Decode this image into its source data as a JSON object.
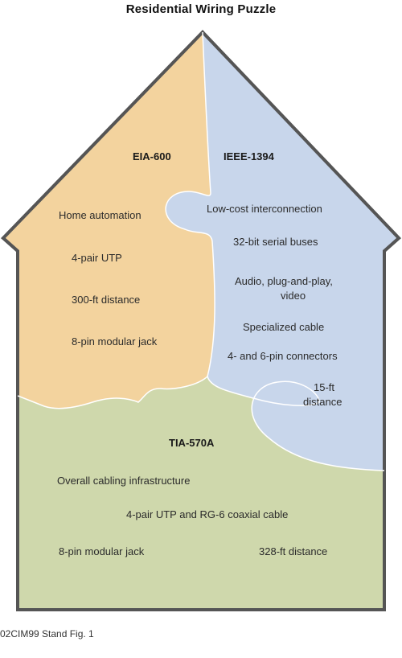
{
  "title": "Residential Wiring Puzzle",
  "colors": {
    "eia": "#F3D39E",
    "ieee": "#C8D6EB",
    "tia": "#CFD8AC",
    "outline": "#555555"
  },
  "pieces": {
    "eia600": {
      "name": "EIA-600",
      "items": [
        "Home automation",
        "4-pair UTP",
        "300-ft distance",
        "8-pin modular jack"
      ]
    },
    "ieee1394": {
      "name": "IEEE-1394",
      "items": [
        "Low-cost interconnection",
        "32-bit serial buses",
        "Audio, plug-and-play,",
        "video",
        "Specialized cable",
        "4- and 6-pin connectors",
        "15-ft",
        "distance"
      ]
    },
    "tia570a": {
      "name": "TIA-570A",
      "items": [
        "Overall cabling infrastructure",
        "4-pair UTP and RG-6 coaxial cable",
        "8-pin modular jack",
        "328-ft distance"
      ]
    }
  },
  "caption": "02CIM99 Stand Fig. 1"
}
